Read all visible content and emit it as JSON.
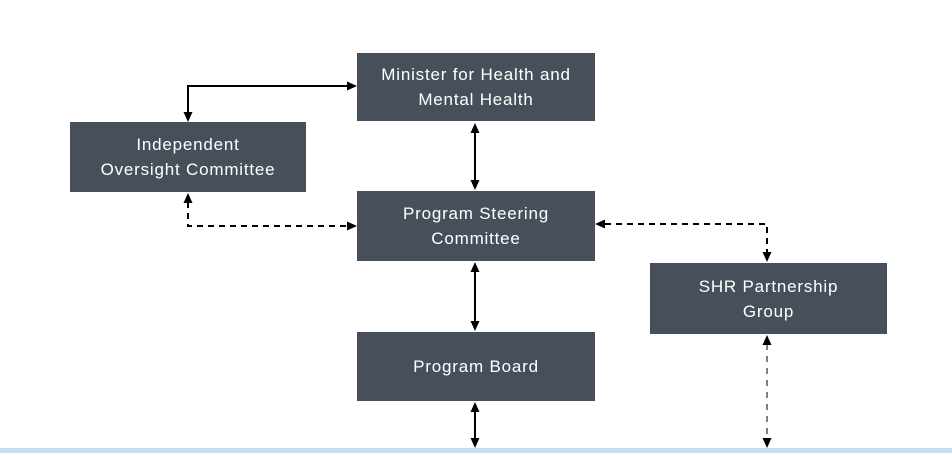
{
  "diagram": {
    "type": "org-chart",
    "colors": {
      "background": "#ffffff",
      "node_fill": "#47505a",
      "node_text": "#ffffff",
      "connector": "#000000",
      "connector_dashed_gray": "#7f7f7f",
      "baseline": "#c3def2"
    },
    "nodes": {
      "minister": {
        "line1": "Minister for Health and",
        "line2": "Mental Health"
      },
      "oversight": {
        "line1": "Independent",
        "line2": "Oversight Committee"
      },
      "steering": {
        "line1": "Program Steering",
        "line2": "Committee"
      },
      "partnership": {
        "line1": "SHR Partnership",
        "line2": "Group"
      },
      "board": {
        "line1": "Program Board"
      }
    },
    "edges": [
      {
        "from": "oversight",
        "to": "minister",
        "style": "solid",
        "arrows": "both"
      },
      {
        "from": "minister",
        "to": "steering",
        "style": "solid",
        "arrows": "both"
      },
      {
        "from": "oversight",
        "to": "steering",
        "style": "dashed",
        "arrows": "both"
      },
      {
        "from": "steering",
        "to": "partnership",
        "style": "dashed",
        "arrows": "both"
      },
      {
        "from": "steering",
        "to": "board",
        "style": "solid",
        "arrows": "both"
      },
      {
        "from": "board",
        "to": "offscreen-bottom",
        "style": "solid",
        "arrows": "both"
      },
      {
        "from": "partnership",
        "to": "offscreen-bottom",
        "style": "dashed-gray",
        "arrows": "both"
      }
    ]
  }
}
